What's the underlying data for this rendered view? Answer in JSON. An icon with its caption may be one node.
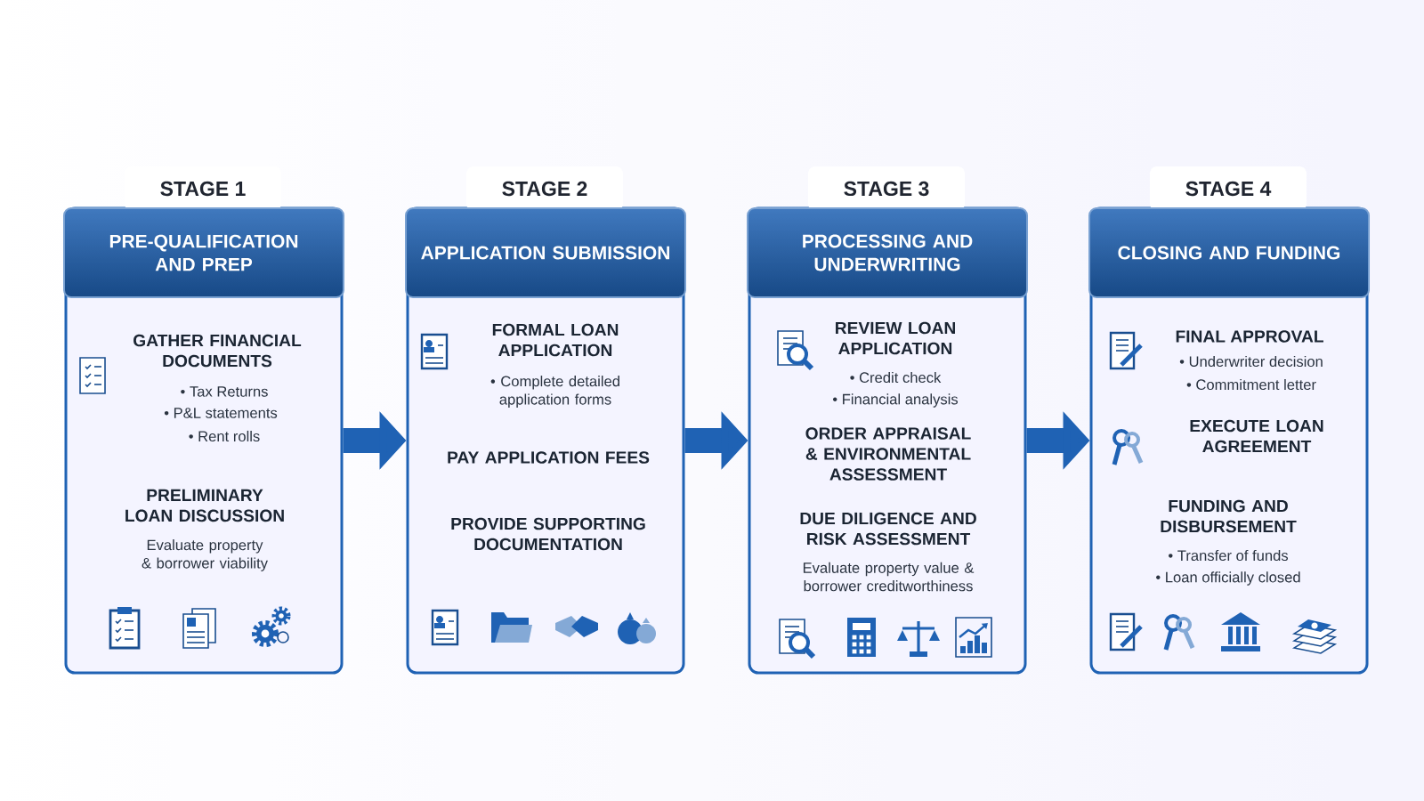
{
  "diagram": {
    "nodes": [
      {
        "text": [
          "STAGE 1",
          "PRE-QUALIFICATION AND PREP",
          "GATHER FINANCIAL DOCUMENTS",
          "• Tax Returns",
          "• P&L statements",
          "• Rent rolls",
          "PRELIMINARY LOAN DISCUSSION",
          "Evaluate property & borrower viability"
        ]
      },
      {
        "text": [
          "STAGE 2",
          "APPLICATION SUBMISSION",
          "FORMAL LOAN APPLICATION",
          "• Complete detailed application forms",
          "PAY APPLICATION FEES",
          "PROVIDE SUPPORTING DOCUMENTATION"
        ]
      },
      {
        "text": [
          "STAGE 3",
          "PROCESSING AND UNDERWRITING",
          "REVIEW LOAN APPLICATION",
          "• Credit check",
          "• Financial analysis",
          "ORDER APPRAISAL & ENVIRONMENTAL ASSESSMENT",
          "DUE DILIGENCE AND RISK ASSESSMENT",
          "Evaluate property value & borrower creditworthiness"
        ]
      },
      {
        "text": [
          "STAGE 4",
          "CLOSING AND FUNDING",
          "FINAL APPROVAL",
          "• Underwriter decision",
          "• Commitment letter",
          "EXECUTE LOAN AGREEMENT",
          "FUNDING AND DISBURSEMENT",
          "• Transfer of funds",
          "• Loan officially closed"
        ]
      }
    ],
    "edges": [
      {
        "from": 0,
        "to": 1,
        "arrow": "to"
      },
      {
        "from": 1,
        "to": 2,
        "arrow": "to"
      },
      {
        "from": 2,
        "to": 3,
        "arrow": "to"
      }
    ]
  }
}
